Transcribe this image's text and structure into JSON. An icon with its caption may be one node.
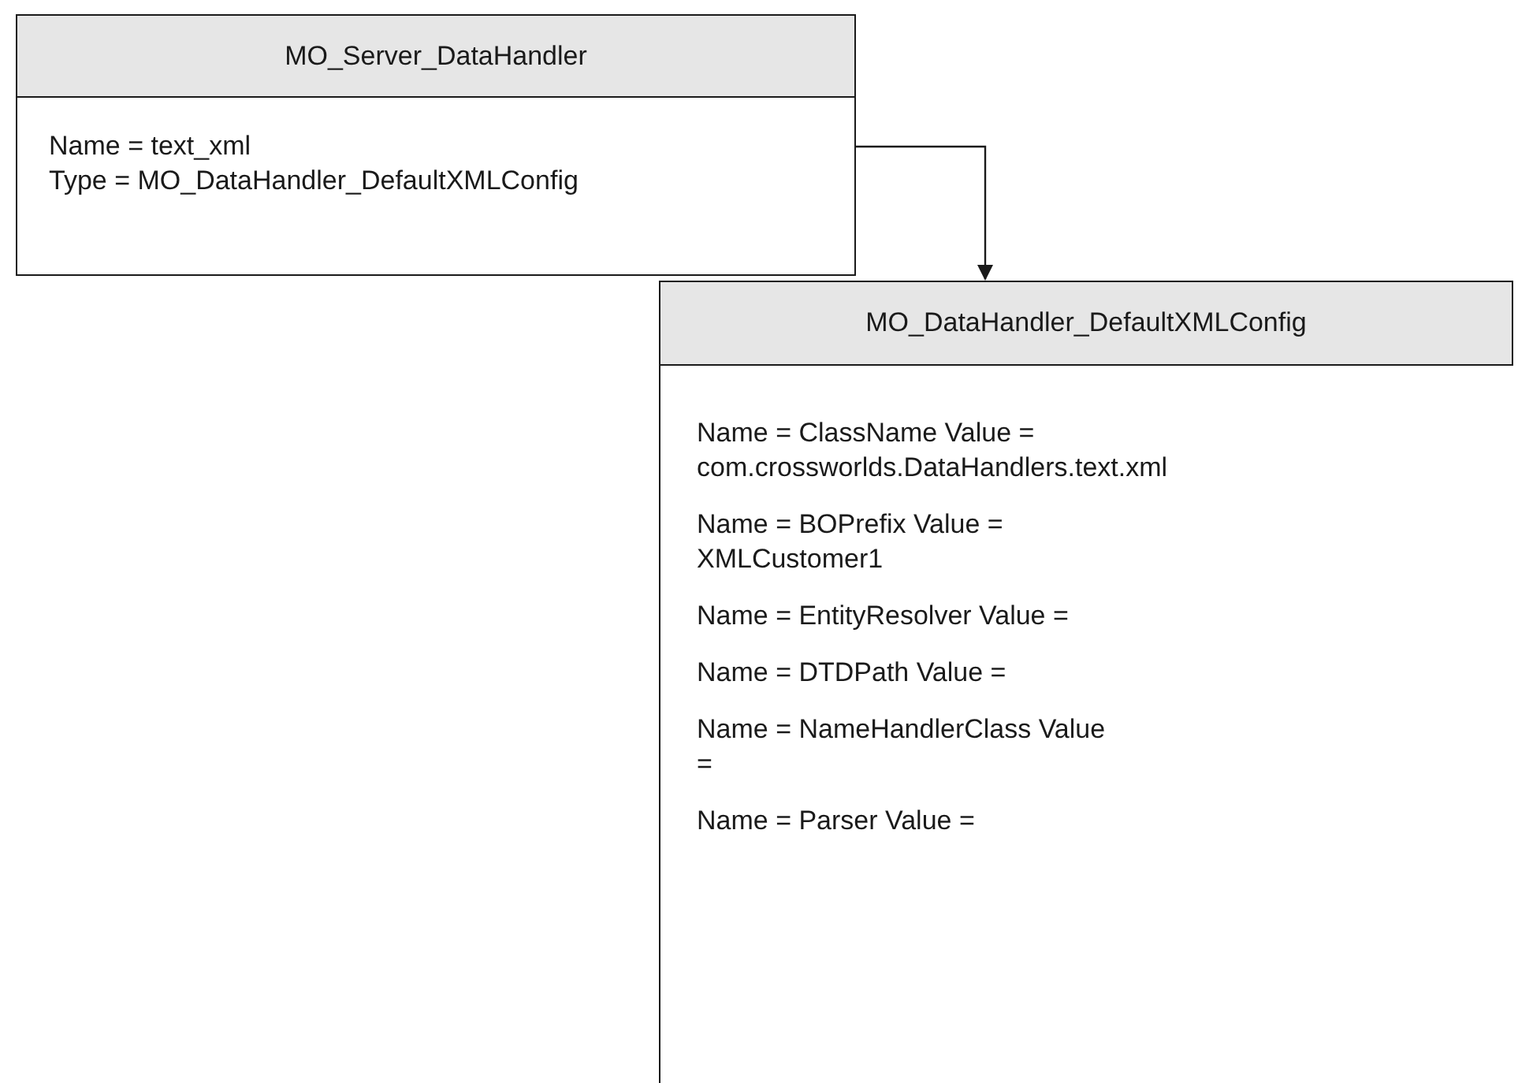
{
  "diagram": {
    "nodes": [
      {
        "text": [
          "MO_Server_DataHandler"
        ]
      },
      {
        "text": [
          "Name = text_xml"
        ],
        "in": 0
      },
      {
        "text": [
          "Type = MO_DataHandler_DefaultXMLConfig"
        ],
        "in": 0
      },
      {
        "text": [
          "MO_DataHandler_DefaultXMLConfig",
          "Name = ClassName Value = com.crossworlds.DataHandlers.text.xml",
          "Name = BOPrefix Value = XMLCustomer1",
          "Name = EntityResolver Value =",
          "Name = DTDPath Value =",
          "Name = NameHandlerClass Value =",
          "Name = Parser Value ="
        ]
      }
    ],
    "edges": [
      {
        "from": 1,
        "to": 3,
        "arrow": "to"
      }
    ]
  }
}
